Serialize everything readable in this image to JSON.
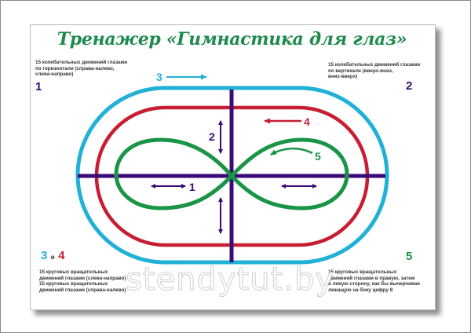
{
  "poster": {
    "title": "Тренажер «Гимнастика для глаз»",
    "watermark": "stendytut.by",
    "colors": {
      "title": "#1e8a4c",
      "blue_track": "#22b1d6",
      "red_track": "#c81e34",
      "green_eight": "#1a9446",
      "purple_axes": "#3a0a78"
    },
    "exercises": [
      {
        "number": "1",
        "text_lines": [
          "15 колебательных движений глазами",
          "по горизонтали (справа-налево,",
          "слева-направо)"
        ]
      },
      {
        "number": "2",
        "text_lines": [
          "15 колебательных движений глазами",
          "по вертикали (вверх-вниз,",
          "вниз-вверх)"
        ]
      },
      {
        "number_a": "3",
        "conj": "и",
        "number_b": "4",
        "text_lines": [
          "15 круговых вращательных",
          "движений глазами (слева-направо)",
          "15 круговых вращательных",
          "движений глазами (справа-налево)"
        ]
      },
      {
        "number": "5",
        "text_lines": [
          "15 круговых вращательных",
          "движений глазами в правую, затем",
          "в левую сторону, как бы вычерчивая",
          "лежащую на боку цифру 8"
        ]
      }
    ],
    "diagram_labels": {
      "arrow_1": "1",
      "arrow_2": "2",
      "arrow_3": "3",
      "arrow_4": "4",
      "arrow_5": "5"
    }
  }
}
